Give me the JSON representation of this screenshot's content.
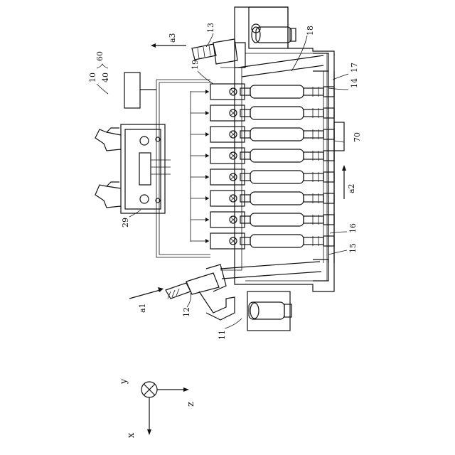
{
  "labels": {
    "l10": "10",
    "l40": "40",
    "l60": "60",
    "l13": "13",
    "l18": "18",
    "l19": "19",
    "l17": "17",
    "l14": "14",
    "l70": "70",
    "l29": "29",
    "l16": "16",
    "l15": "15",
    "l12": "12",
    "l11": "11",
    "la1": "a1",
    "la2": "a2",
    "la3": "a3"
  },
  "axes": {
    "y": "y",
    "z": "z",
    "x": "x"
  },
  "module_count": 8
}
